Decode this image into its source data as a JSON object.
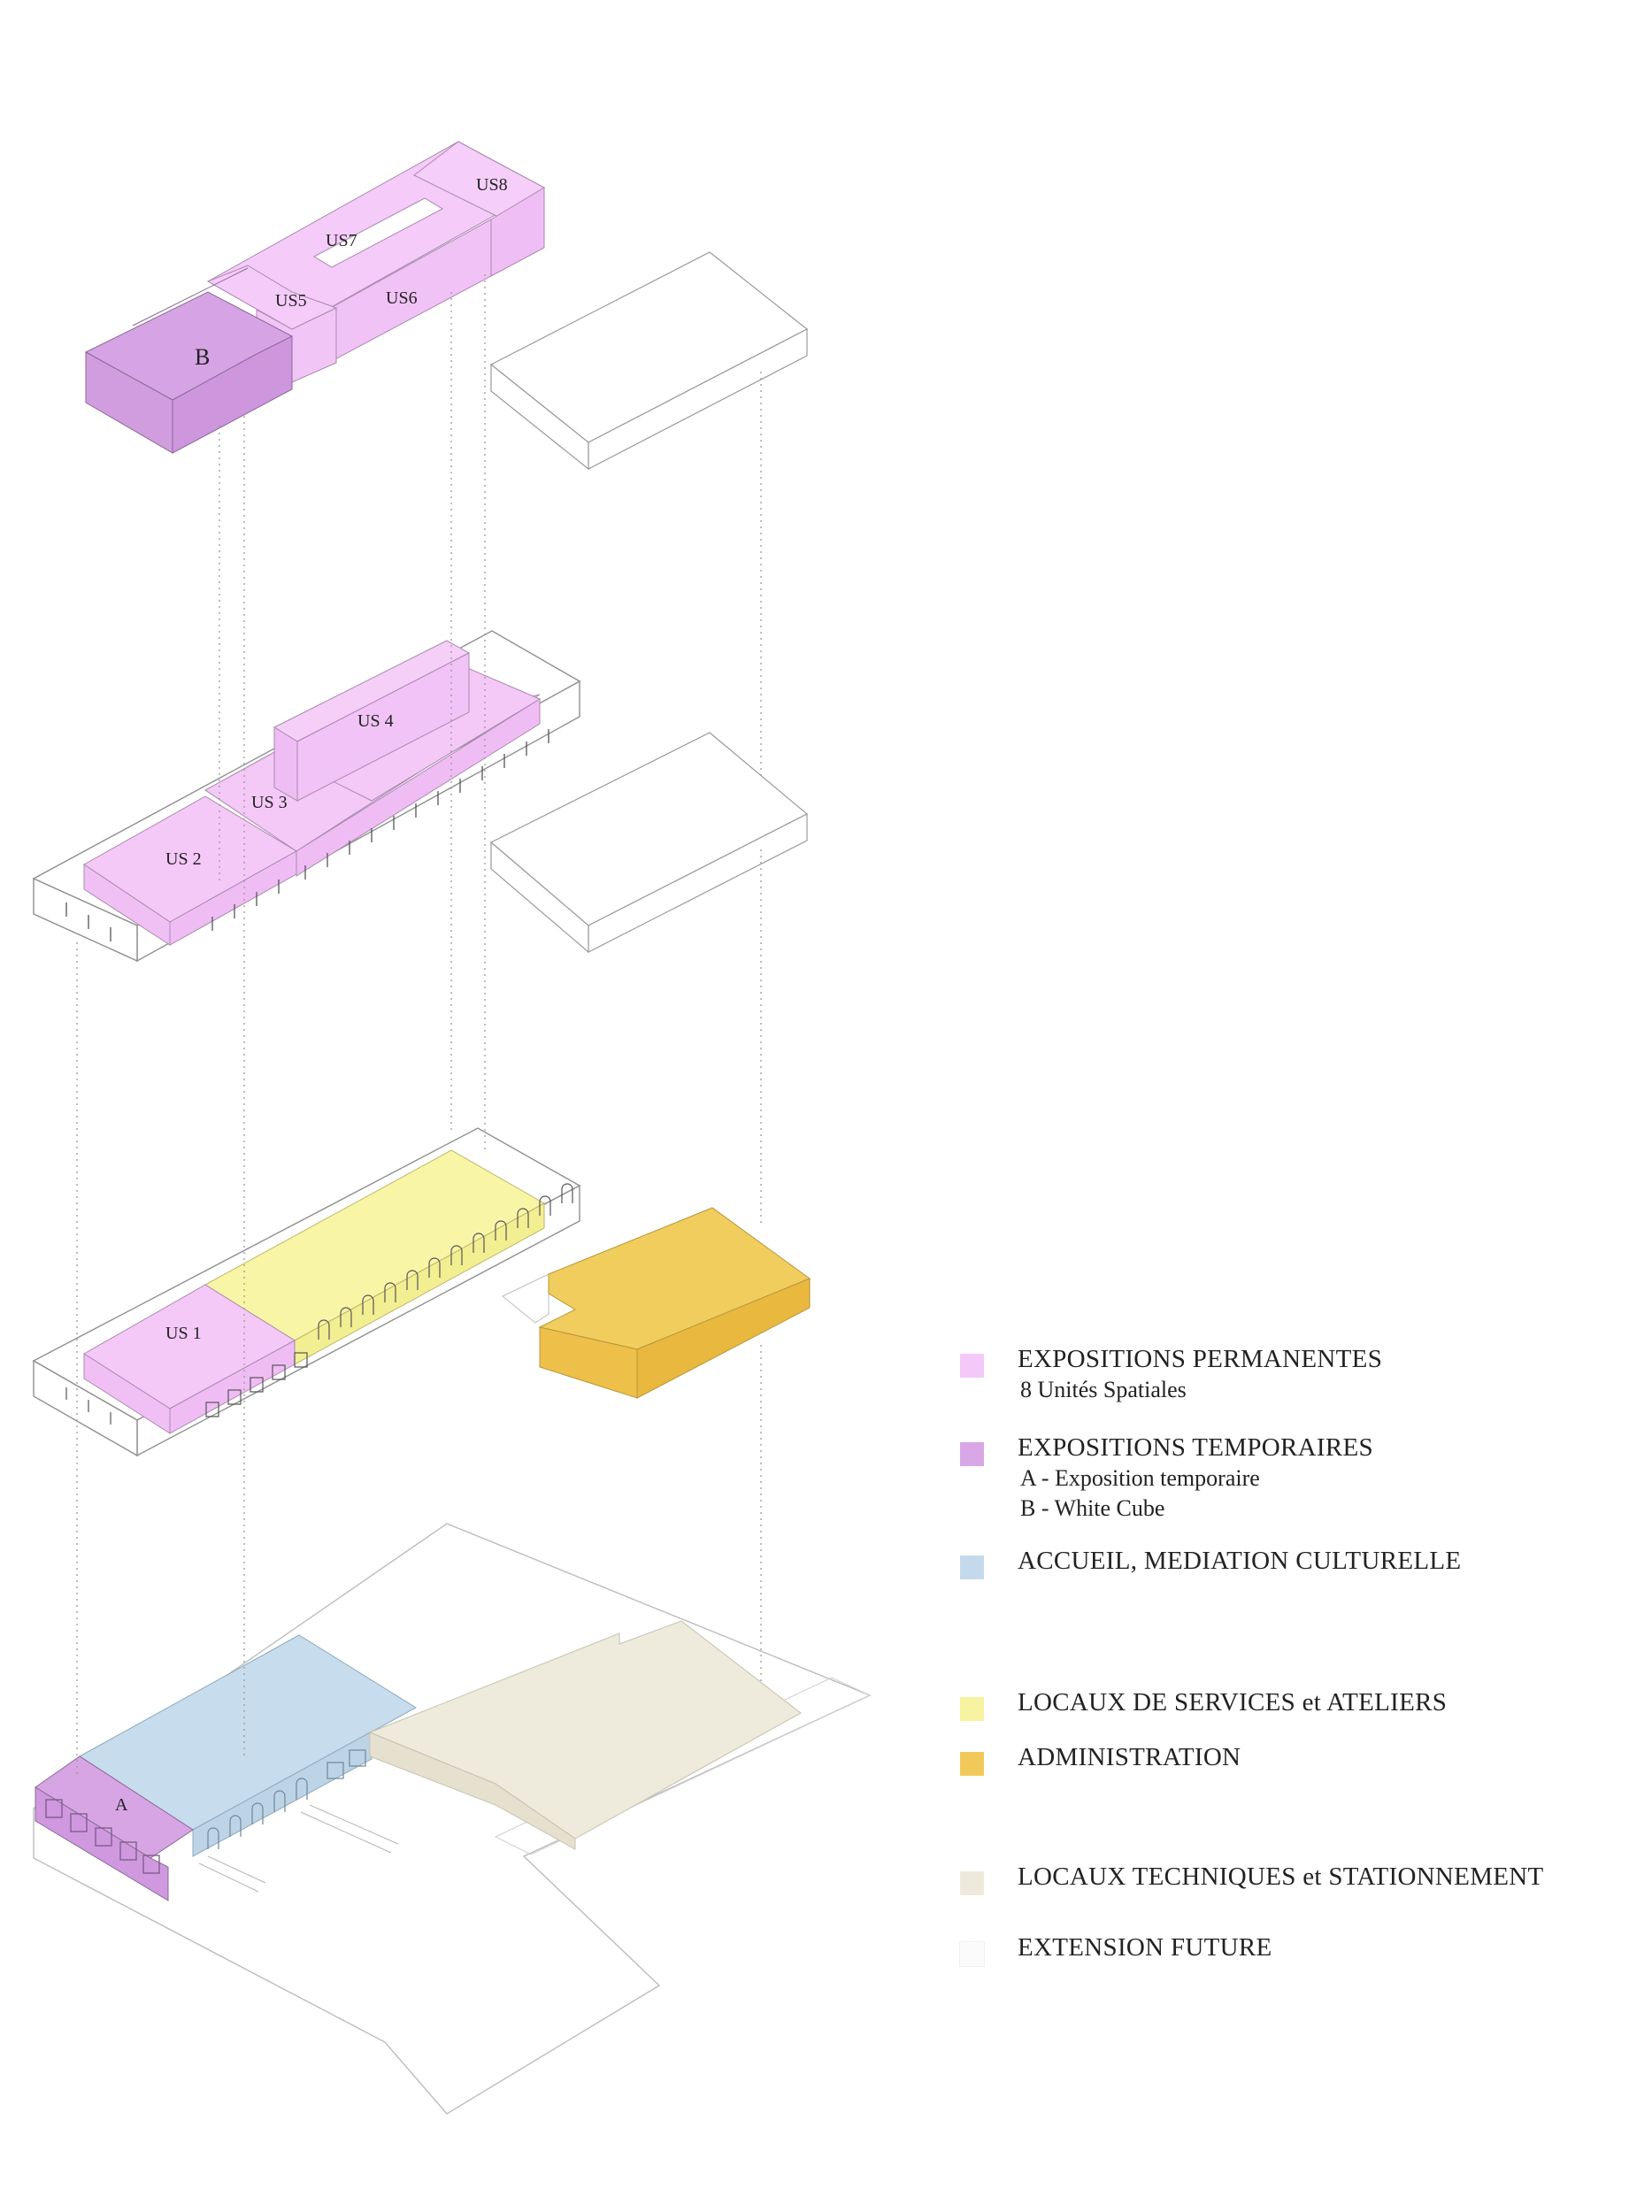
{
  "zones": {
    "us8": "US8",
    "us7": "US7",
    "us6": "US6",
    "us5": "US5",
    "b": "B",
    "us4": "US 4",
    "us3": "US 3",
    "us2": "US 2",
    "us1": "US 1",
    "a": "A"
  },
  "legend": [
    {
      "title": "EXPOSITIONS PERMANENTES",
      "subs": [
        "8 Unités Spatiales"
      ],
      "color": "#f4c8f8"
    },
    {
      "title": "EXPOSITIONS TEMPORAIRES",
      "subs": [
        "A - Exposition temporaire",
        "B - White Cube"
      ],
      "color": "#d9a6e6"
    },
    {
      "title": "ACCUEIL, MEDIATION CULTURELLE",
      "subs": [],
      "color": "#c4daea"
    },
    {
      "title": "LOCAUX DE SERVICES et ATELIERS",
      "subs": [],
      "color": "#f7f3a0"
    },
    {
      "title": "ADMINISTRATION",
      "subs": [],
      "color": "#f0c95a"
    },
    {
      "title": "LOCAUX TECHNIQUES et STATIONNEMENT",
      "subs": [],
      "color": "#eeeadb"
    },
    {
      "title": "EXTENSION FUTURE",
      "subs": [],
      "color": "#fbfbfb"
    }
  ]
}
